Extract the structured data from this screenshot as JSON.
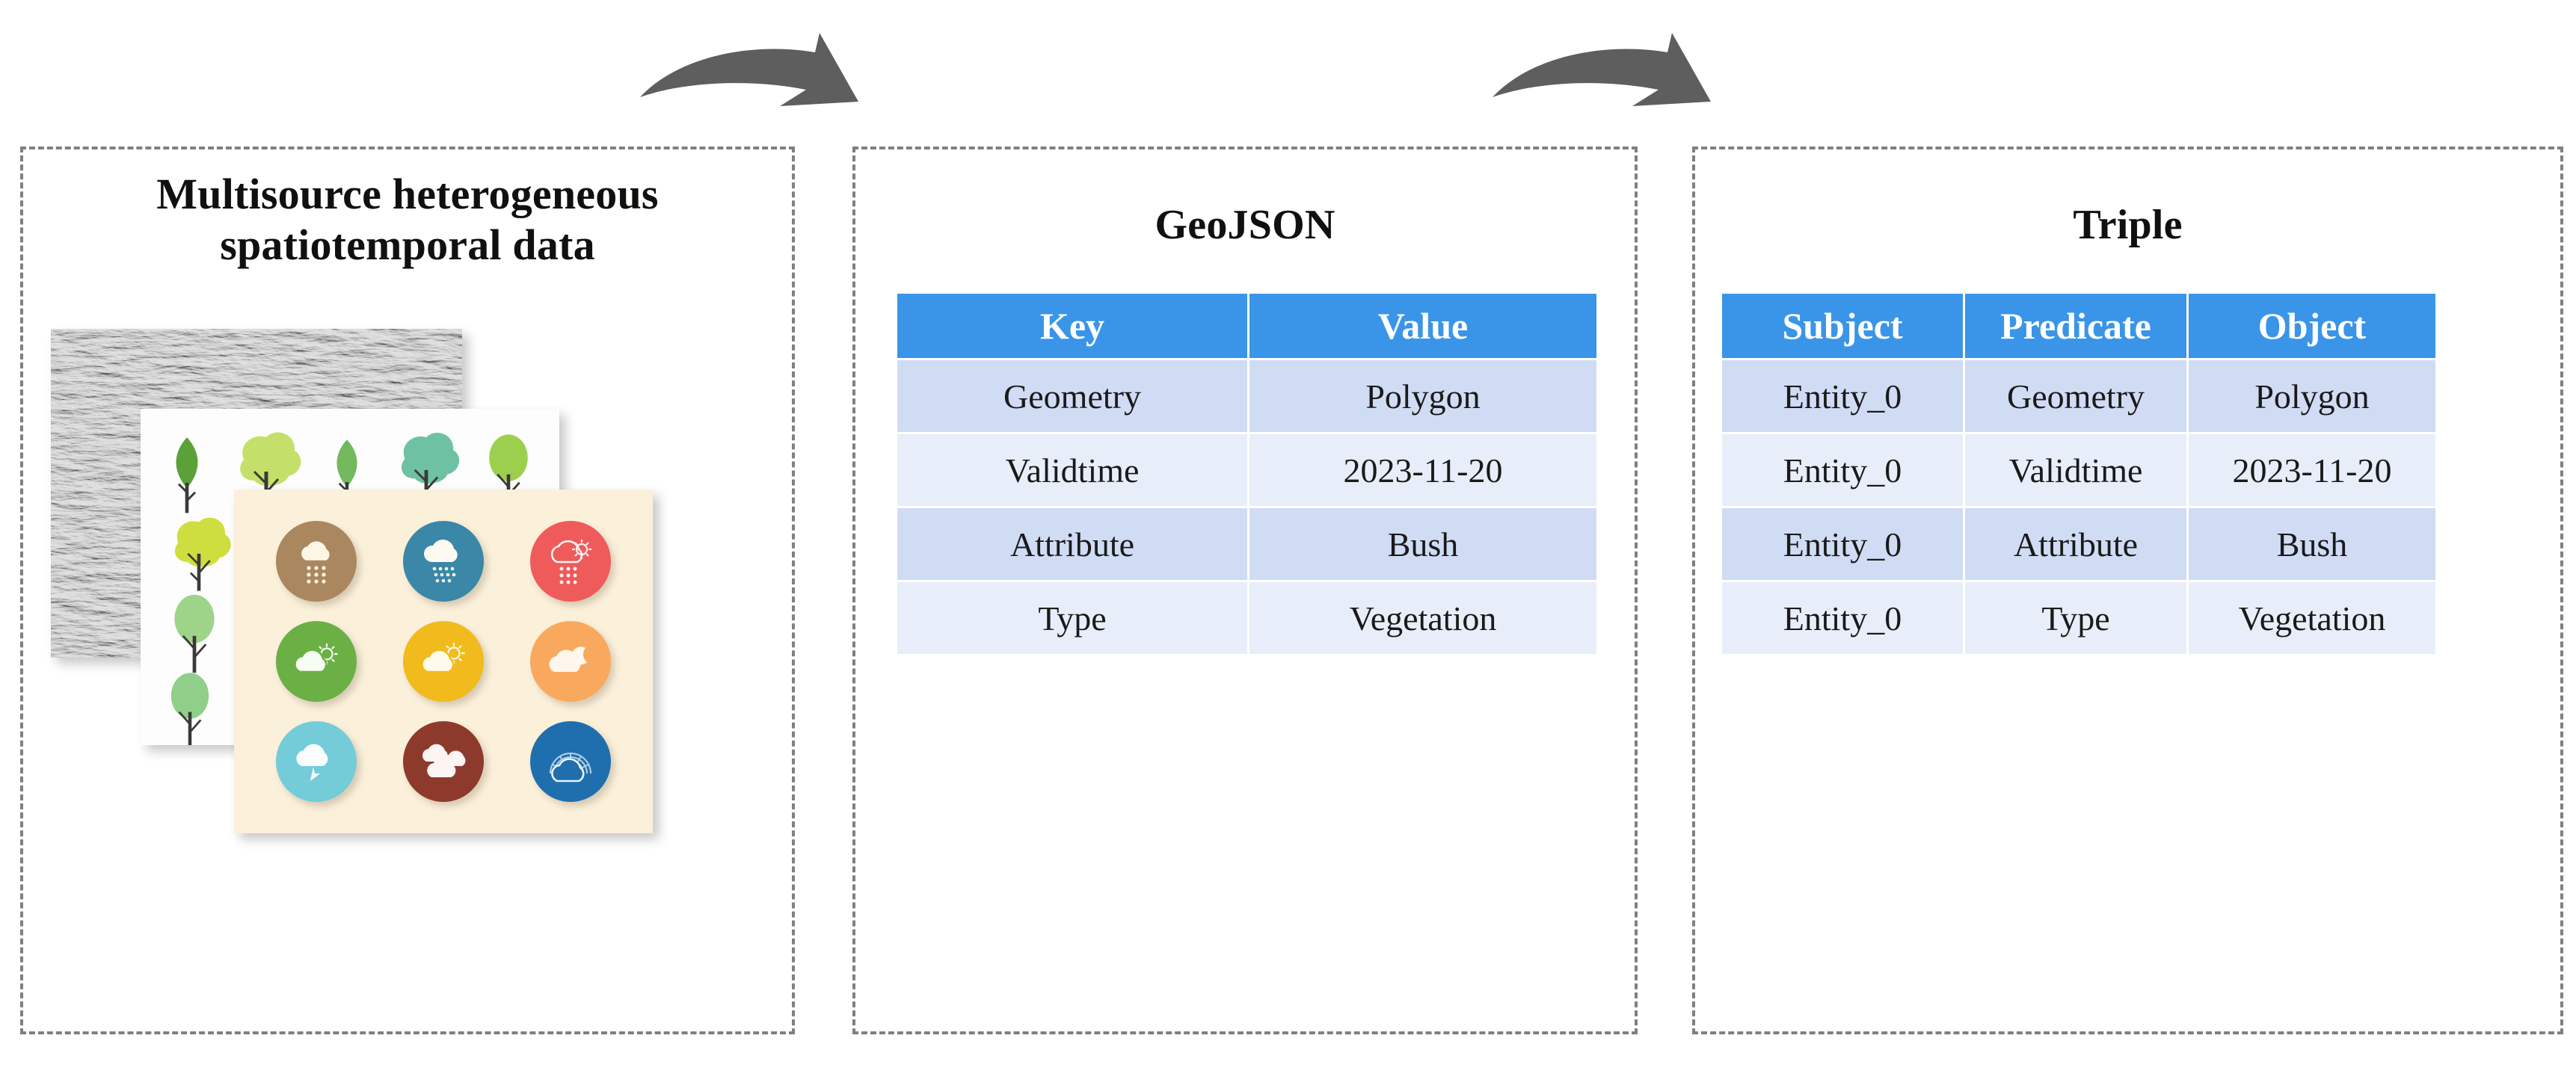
{
  "figure": {
    "panels": [
      {
        "id": "source",
        "title": "Multisource heterogeneous\nspatiotemporal data"
      },
      {
        "id": "geojson",
        "title": "GeoJSON"
      },
      {
        "id": "triple",
        "title": "Triple"
      }
    ],
    "arrows": [
      {
        "name": "arrow-source-to-geojson",
        "direction": "right",
        "style": "curved-swoosh",
        "color": "#5e5e5e"
      },
      {
        "name": "arrow-geojson-to-triple",
        "direction": "right",
        "style": "curved-swoosh",
        "color": "#5e5e5e"
      }
    ]
  },
  "source_panel": {
    "title_line1": "Multisource heterogeneous",
    "title_line2": "spatiotemporal data",
    "layers": [
      {
        "name": "terrain-raster-layer",
        "label": "grayscale terrain hillshade raster"
      },
      {
        "name": "vegetation-tree-layer",
        "label": "vegetation tree pattern map"
      },
      {
        "name": "weather-icon-layer",
        "label": "weather icon card"
      }
    ],
    "weather_icons": [
      {
        "name": "cloud-rain-icon",
        "color": "#ab8760"
      },
      {
        "name": "cloud-snow-icon",
        "color": "#3a87a8"
      },
      {
        "name": "cloud-sun-rain-icon",
        "color": "#ef5a5a"
      },
      {
        "name": "cloud-sun-icon",
        "color": "#6bb045"
      },
      {
        "name": "cloud-sun-bright-icon",
        "color": "#f2bb1d"
      },
      {
        "name": "cloud-moon-icon",
        "color": "#f9a95e"
      },
      {
        "name": "cloud-lightning-icon",
        "color": "#74ccd9"
      },
      {
        "name": "clouds-overcast-icon",
        "color": "#8d3a2c"
      },
      {
        "name": "cloud-rainbow-icon",
        "color": "#1f6fae"
      }
    ]
  },
  "geojson_panel": {
    "title": "GeoJSON",
    "table": {
      "name": "geojson-key-value-table",
      "headers": [
        "Key",
        "Value"
      ],
      "rows": [
        [
          "Geometry",
          "Polygon"
        ],
        [
          "Validtime",
          "2023-11-20"
        ],
        [
          "Attribute",
          "Bush"
        ],
        [
          "Type",
          "Vegetation"
        ]
      ]
    }
  },
  "triple_panel": {
    "title": "Triple",
    "table": {
      "name": "triple-table",
      "headers": [
        "Subject",
        "Predicate",
        "Object"
      ],
      "rows": [
        [
          "Entity_0",
          "Geometry",
          "Polygon"
        ],
        [
          "Entity_0",
          "Validtime",
          "2023-11-20"
        ],
        [
          "Entity_0",
          "Attribute",
          "Bush"
        ],
        [
          "Entity_0",
          "Type",
          "Vegetation"
        ]
      ]
    }
  },
  "colors": {
    "table_header_blue": "#3a95e8",
    "row_dark": "#d0dcf4",
    "row_light": "#e8eef9",
    "panel_border": "#808080",
    "arrow_gray": "#5e5e5e",
    "weather_card_bg": "#fbf0da",
    "text": "#10100f"
  }
}
